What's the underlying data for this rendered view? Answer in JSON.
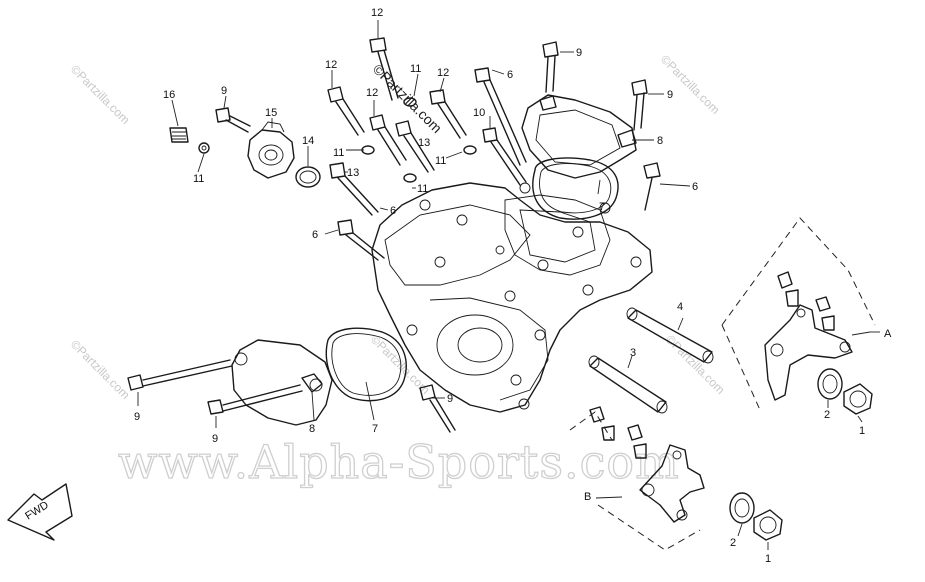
{
  "watermark": {
    "main": "www.Alpha-Sports.com",
    "repeat": "©Partzilla.com",
    "copyright": "©Partzilla.com"
  },
  "direction_badge": "FWD",
  "section_labels": {
    "a": "A",
    "b": "B"
  },
  "callouts": [
    {
      "id": "c12a",
      "text": "12"
    },
    {
      "id": "c12b",
      "text": "12"
    },
    {
      "id": "c12c",
      "text": "12"
    },
    {
      "id": "c12d",
      "text": "12"
    },
    {
      "id": "c11a",
      "text": "11"
    },
    {
      "id": "c11b",
      "text": "11"
    },
    {
      "id": "c11c",
      "text": "11"
    },
    {
      "id": "c11d",
      "text": "11"
    },
    {
      "id": "c11e",
      "text": "11"
    },
    {
      "id": "c9a",
      "text": "9"
    },
    {
      "id": "c9b",
      "text": "9"
    },
    {
      "id": "c9c",
      "text": "9"
    },
    {
      "id": "c9d",
      "text": "9"
    },
    {
      "id": "c9e",
      "text": "9"
    },
    {
      "id": "c9f",
      "text": "9"
    },
    {
      "id": "c6a",
      "text": "6"
    },
    {
      "id": "c6b",
      "text": "6"
    },
    {
      "id": "c6c",
      "text": "6"
    },
    {
      "id": "c6d",
      "text": "6"
    },
    {
      "id": "c10",
      "text": "10"
    },
    {
      "id": "c13a",
      "text": "13"
    },
    {
      "id": "c13b",
      "text": "13"
    },
    {
      "id": "c16",
      "text": "16"
    },
    {
      "id": "c15",
      "text": "15"
    },
    {
      "id": "c14",
      "text": "14"
    },
    {
      "id": "c8a",
      "text": "8"
    },
    {
      "id": "c8b",
      "text": "8"
    },
    {
      "id": "c7a",
      "text": "7"
    },
    {
      "id": "c7b",
      "text": "7"
    },
    {
      "id": "c4",
      "text": "4"
    },
    {
      "id": "c3",
      "text": "3"
    },
    {
      "id": "c2a",
      "text": "2"
    },
    {
      "id": "c2b",
      "text": "2"
    },
    {
      "id": "c1a",
      "text": "1"
    },
    {
      "id": "c1b",
      "text": "1"
    }
  ]
}
